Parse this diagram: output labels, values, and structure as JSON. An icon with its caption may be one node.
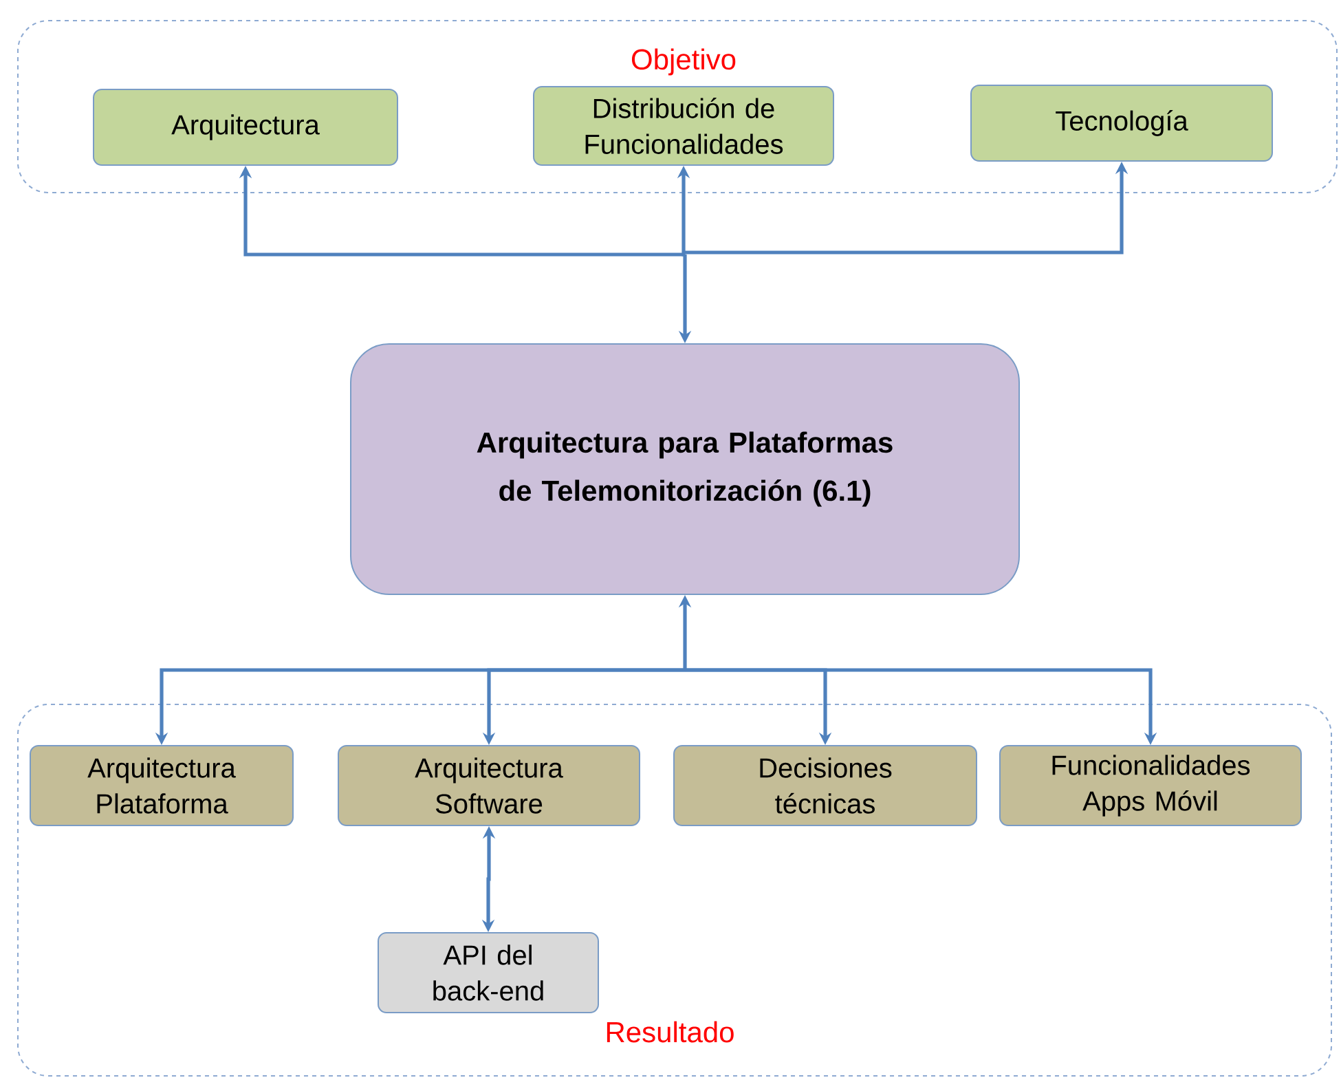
{
  "diagram": {
    "nodes": [
      {
        "text": [
          "Objetivo"
        ]
      },
      {
        "text": [
          "Arquitectura"
        ],
        "in": 0
      },
      {
        "text": [
          "Distribución de Funcionalidades"
        ],
        "in": 0
      },
      {
        "text": [
          "Tecnología"
        ],
        "in": 0
      },
      {
        "text": [
          "Arquitectura para Plataformas de Telemonitorización (6.1)"
        ]
      },
      {
        "text": [
          "Resultado"
        ]
      },
      {
        "text": [
          "Arquitectura Plataforma"
        ],
        "in": 5
      },
      {
        "text": [
          "Arquitectura Software"
        ],
        "in": 5
      },
      {
        "text": [
          "Decisiones técnicas"
        ],
        "in": 5
      },
      {
        "text": [
          "Funcionalidades Apps Móvil"
        ],
        "in": 5
      },
      {
        "text": [
          "API del back-end"
        ],
        "in": 5
      }
    ],
    "edges": [
      {
        "from": 4,
        "to": 1,
        "arrow": "both"
      },
      {
        "from": 4,
        "to": 2,
        "arrow": "both"
      },
      {
        "from": 4,
        "to": 3,
        "arrow": "both"
      },
      {
        "from": 4,
        "to": 6,
        "arrow": "both"
      },
      {
        "from": 4,
        "to": 7,
        "arrow": "both"
      },
      {
        "from": 4,
        "to": 8,
        "arrow": "both"
      },
      {
        "from": 4,
        "to": 9,
        "arrow": "both"
      },
      {
        "from": 7,
        "to": 10,
        "arrow": "both"
      }
    ]
  }
}
